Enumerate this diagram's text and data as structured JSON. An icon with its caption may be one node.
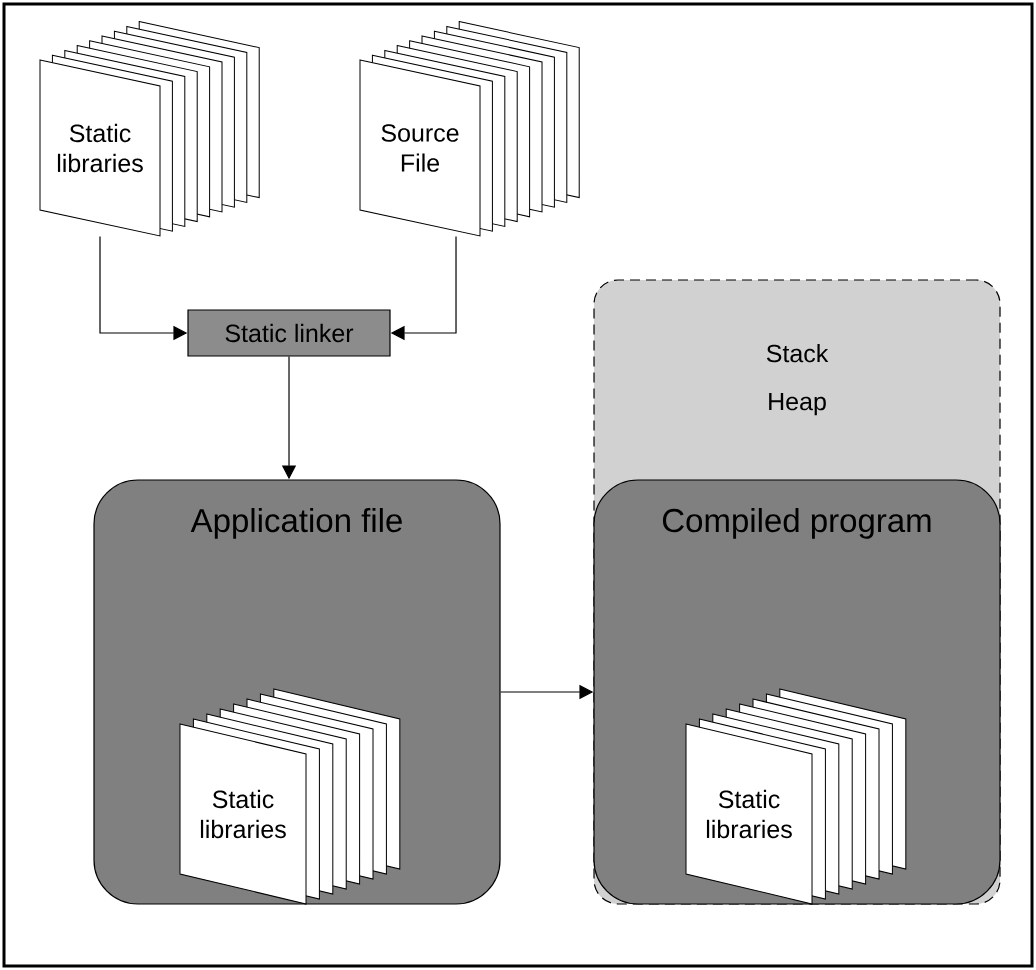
{
  "diagram": {
    "nodes": [
      {
        "text": [
          "Static libraries"
        ]
      },
      {
        "text": [
          "Source File"
        ]
      },
      {
        "text": [
          "Static linker"
        ]
      },
      {
        "text": [
          "Application file"
        ]
      },
      {
        "text": [
          "Static libraries"
        ],
        "in": 3
      },
      {
        "text": [
          "Stack",
          "Heap"
        ]
      },
      {
        "text": [
          "Compiled program"
        ],
        "in": 5
      },
      {
        "text": [
          "Static libraries"
        ],
        "in": 6
      }
    ],
    "edges": [
      {
        "from": 0,
        "to": 2,
        "arrow": "to"
      },
      {
        "from": 1,
        "to": 2,
        "arrow": "to"
      },
      {
        "from": 2,
        "to": 3,
        "arrow": "to"
      },
      {
        "from": 3,
        "to": 6,
        "arrow": "to"
      }
    ]
  }
}
